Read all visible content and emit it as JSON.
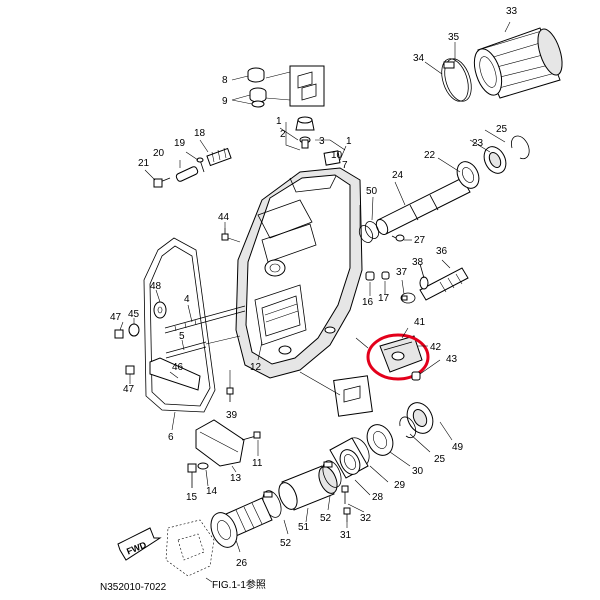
{
  "diagram": {
    "part_labels": [
      {
        "id": "p33",
        "text": "33"
      },
      {
        "id": "p35",
        "text": "35"
      },
      {
        "id": "p34",
        "text": "34"
      },
      {
        "id": "p8",
        "text": "8"
      },
      {
        "id": "p9",
        "text": "9"
      },
      {
        "id": "p1a",
        "text": "1"
      },
      {
        "id": "p2",
        "text": "2"
      },
      {
        "id": "p3",
        "text": "3"
      },
      {
        "id": "p1b",
        "text": "1"
      },
      {
        "id": "p18",
        "text": "18"
      },
      {
        "id": "p20",
        "text": "20"
      },
      {
        "id": "p19",
        "text": "19"
      },
      {
        "id": "p21",
        "text": "21"
      },
      {
        "id": "p10",
        "text": "10"
      },
      {
        "id": "p7",
        "text": "7"
      },
      {
        "id": "p25a",
        "text": "25"
      },
      {
        "id": "p23",
        "text": "23"
      },
      {
        "id": "p22",
        "text": "22"
      },
      {
        "id": "p24",
        "text": "24"
      },
      {
        "id": "p50",
        "text": "50"
      },
      {
        "id": "p44",
        "text": "44"
      },
      {
        "id": "p27",
        "text": "27"
      },
      {
        "id": "p36",
        "text": "36"
      },
      {
        "id": "p37",
        "text": "37"
      },
      {
        "id": "p38",
        "text": "38"
      },
      {
        "id": "p16",
        "text": "16"
      },
      {
        "id": "p17",
        "text": "17"
      },
      {
        "id": "p4",
        "text": "4"
      },
      {
        "id": "p48",
        "text": "48"
      },
      {
        "id": "p47a",
        "text": "47"
      },
      {
        "id": "p45",
        "text": "45"
      },
      {
        "id": "p5",
        "text": "5"
      },
      {
        "id": "p46",
        "text": "46"
      },
      {
        "id": "p47b",
        "text": "47"
      },
      {
        "id": "p12",
        "text": "12"
      },
      {
        "id": "p41",
        "text": "41"
      },
      {
        "id": "p42",
        "text": "42"
      },
      {
        "id": "p43",
        "text": "43"
      },
      {
        "id": "p39",
        "text": "39"
      },
      {
        "id": "p6",
        "text": "6"
      },
      {
        "id": "p11",
        "text": "11"
      },
      {
        "id": "p49",
        "text": "49"
      },
      {
        "id": "p25b",
        "text": "25"
      },
      {
        "id": "p13",
        "text": "13"
      },
      {
        "id": "p14",
        "text": "14"
      },
      {
        "id": "p15",
        "text": "15"
      },
      {
        "id": "p30",
        "text": "30"
      },
      {
        "id": "p29",
        "text": "29"
      },
      {
        "id": "p28",
        "text": "28"
      },
      {
        "id": "p32",
        "text": "32"
      },
      {
        "id": "p52a",
        "text": "52"
      },
      {
        "id": "p51",
        "text": "51"
      },
      {
        "id": "p31",
        "text": "31"
      },
      {
        "id": "p52b",
        "text": "52"
      },
      {
        "id": "p26",
        "text": "26"
      }
    ],
    "fwd_label": "FWD",
    "diagram_code": "N352010-7022",
    "figure_reference": "FIG.1-1参照",
    "highlight_color": "#e3001b"
  }
}
